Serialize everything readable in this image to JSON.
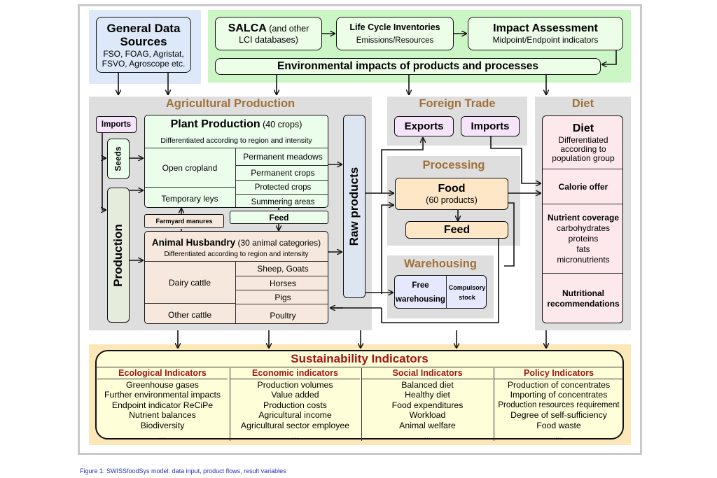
{
  "general_data": {
    "title": "General Data Sources",
    "subtitle": "FSO, FOAG, Agristat, FSVO, Agroscope etc."
  },
  "salca": {
    "title": "SALCA",
    "suffix": " (and other",
    "line2": "LCI databases)"
  },
  "lci": {
    "title": "Life Cycle Inventories",
    "subtitle": "Emissions/Resources"
  },
  "impact": {
    "title": "Impact Assessment",
    "subtitle": "Midpoint/Endpoint indicators"
  },
  "env_impacts": "Environmental impacts of products and processes",
  "agri": {
    "title": "Agricultural Production",
    "imports": "Imports",
    "seeds": "Seeds",
    "production": "Production",
    "plant_title": "Plant Production",
    "plant_count": " (40 crops)",
    "plant_sub": "Differentiated according to region and intensity",
    "open_cropland": "Open cropland",
    "temporary_leys": "Temporary leys",
    "plant_cells": [
      "Permanent meadows",
      "Permanent crops",
      "Protected crops",
      "Summering areas"
    ],
    "farmyard": "Farmyard manures",
    "feed": "Feed",
    "animal_title": "Animal Husbandry",
    "animal_count": " (30 animal categories)",
    "animal_sub": "Differentiated according to region and intensity",
    "dairy": "Dairy cattle",
    "other_cattle": "Other cattle",
    "animal_cells": [
      "Sheep, Goats",
      "Horses",
      "Pigs",
      "Poultry"
    ],
    "raw_products": "Raw products"
  },
  "foreign": {
    "title": "Foreign Trade",
    "exports": "Exports",
    "imports": "Imports"
  },
  "processing": {
    "title": "Processing",
    "food": "Food",
    "food_sub": "(60 products)",
    "feed": "Feed"
  },
  "warehousing": {
    "title": "Warehousing",
    "free": "Free warehousing",
    "compulsory": "Compulsory stock"
  },
  "diet": {
    "section_title": "Diet",
    "title": "Diet",
    "sub": "Differentiated according to population group",
    "calorie": "Calorie offer",
    "nutrient_title": "Nutrient coverage",
    "nutrients": [
      "carbohydrates",
      "proteins",
      "fats",
      "micronutrients"
    ],
    "recommendations": "Nutritional recommendations"
  },
  "sustainability": {
    "title": "Sustainability Indicators",
    "columns": [
      {
        "header": "Ecological Indicators",
        "items": [
          "Greenhouse gases",
          "Further environmental impacts",
          "Endpoint  indicator ReCiPe",
          "Nutrient balances",
          "Biodiversity",
          "..."
        ]
      },
      {
        "header": "Economic indicators",
        "items": [
          "Production volumes",
          "Value added",
          "Production costs",
          "Agricultural income",
          "Agricultural sector employee",
          "..."
        ]
      },
      {
        "header": "Social Indicators",
        "items": [
          "Balanced diet",
          "Healthy diet",
          "Food expenditures",
          "Workload",
          "Animal welfare",
          "..."
        ]
      },
      {
        "header": "Policy Indicators",
        "items": [
          "Production of concentrates",
          "Importing of concentrates",
          "Production resources requirement",
          "Degree of self-sufficiency",
          "Food waste",
          "..."
        ]
      }
    ]
  },
  "caption": "Figure 1: SWISSfoodSys model: data input, product flows, result variables",
  "colors": {
    "general_bg": "#dde9f9",
    "top_bg": "#cdf6c6",
    "top_box": "#ecfde8",
    "section_bg": "#dedede",
    "plant_bg": "#ebfdeb",
    "animal_bg": "#f6e8dc",
    "imports_bg": "#f6e4fb",
    "production_bg": "#e6ecdc",
    "raw_bg": "#dde6f0",
    "food_bg": "#fde7c6",
    "ware_bg": "#e6e8fd",
    "diet_bg": "#fde8ec",
    "sust_bg": "#fce7b8",
    "sust_inner": "#fefed8",
    "section_title": "#a0703a",
    "indicator_header": "#a01515"
  }
}
